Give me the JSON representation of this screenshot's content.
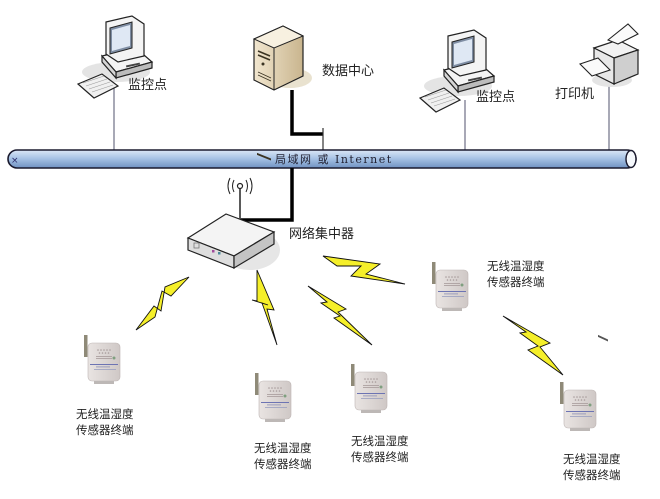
{
  "diagram": {
    "title": "",
    "bus": {
      "label_cn": "局域网",
      "label_or": "或",
      "label_en": "Internet",
      "color": "#a9c4e6"
    },
    "nodes": {
      "monitor_left": {
        "label": "监控点",
        "type": "desktop-computer"
      },
      "data_center": {
        "label": "数据中心",
        "type": "server"
      },
      "monitor_right": {
        "label": "监控点",
        "type": "desktop-computer"
      },
      "printer": {
        "label": "打印机",
        "type": "printer"
      },
      "hub": {
        "label": "网络集中器",
        "type": "wireless-hub"
      }
    },
    "sensors": [
      {
        "line1": "无线温湿度",
        "line2": "传感器终端"
      },
      {
        "line1": "无线温湿度",
        "line2": "传感器终端"
      },
      {
        "line1": "无线温湿度",
        "line2": "传感器终端"
      },
      {
        "line1": "无线温湿度",
        "line2": "传感器终端"
      },
      {
        "line1": "无线温湿度",
        "line2": "传感器终端"
      }
    ],
    "wireless_link_color": "#f5ef2a"
  }
}
